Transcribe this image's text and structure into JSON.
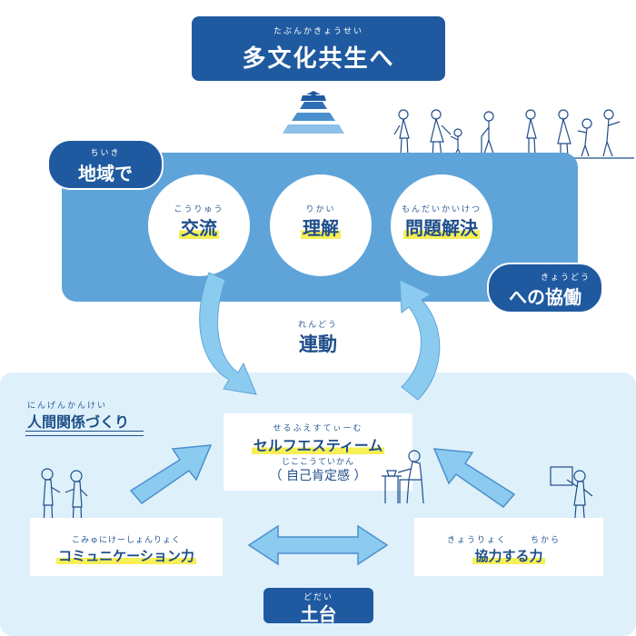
{
  "title": {
    "ruby": "たぶんかきょうせい",
    "text": "多文化共生へ"
  },
  "region": {
    "ruby": "ちいき",
    "label": "地域で"
  },
  "circles": [
    {
      "ruby": "こうりゅう",
      "label": "交流"
    },
    {
      "ruby": "りかい",
      "label": "理解"
    },
    {
      "ruby": "もんだいかいけつ",
      "label": "問題解決"
    }
  ],
  "collab": {
    "ruby": "きょうどう",
    "label": "への協働"
  },
  "linkage": {
    "ruby": "れんどう",
    "label": "連動"
  },
  "relations": {
    "ruby": "にんげんかんけい",
    "label": "人間関係づくり"
  },
  "self_esteem": {
    "ruby": "せるふえすてぃーむ",
    "label": "セルフエスティーム",
    "sub_ruby": "じここうていかん",
    "sub_label": "（ 自己肯定感 ）"
  },
  "communication": {
    "ruby": "こみゅにけーしょんりょく",
    "label": "コミュニケーション力"
  },
  "cooperation": {
    "ruby1": "きょうりょく",
    "ruby2": "ちから",
    "label": "協力する力"
  },
  "foundation": {
    "ruby": "どだい",
    "label": "土台"
  },
  "colors": {
    "dark_blue": "#1f5aa0",
    "mid_blue": "#5ea4d9",
    "light_bg": "#def0fa",
    "arrow": "#8ccbf0",
    "highlight": "#f6ef55"
  }
}
